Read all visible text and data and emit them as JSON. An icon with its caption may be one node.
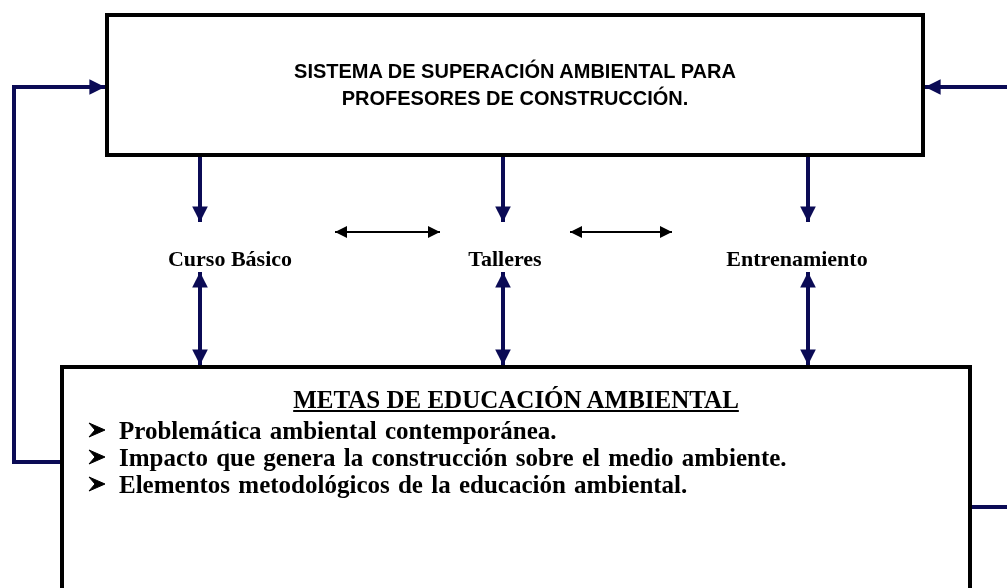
{
  "diagram": {
    "nodes": [
      {
        "text": [
          "SISTEMA DE SUPERACIÓN AMBIENTAL PARA PROFESORES DE CONSTRUCCIÓN."
        ]
      },
      {
        "text": [
          "Curso Básico"
        ]
      },
      {
        "text": [
          "Talleres"
        ]
      },
      {
        "text": [
          "Entrenamiento"
        ]
      },
      {
        "text": [
          "METAS DE EDUCACIÓN AMBIENTAL",
          "Problemática ambiental contemporánea.",
          "Impacto que genera la construcción sobre el medio ambiente.",
          "Elementos metodológicos de la educación ambiental."
        ]
      }
    ],
    "edges": [
      {
        "from": 0,
        "to": 1,
        "arrow": "to"
      },
      {
        "from": 0,
        "to": 2,
        "arrow": "to"
      },
      {
        "from": 0,
        "to": 3,
        "arrow": "to"
      },
      {
        "from": 1,
        "to": 2,
        "arrow": "both",
        "color": "#000000"
      },
      {
        "from": 2,
        "to": 3,
        "arrow": "both",
        "color": "#000000"
      },
      {
        "from": 1,
        "to": 4,
        "arrow": "both"
      },
      {
        "from": 2,
        "to": 4,
        "arrow": "both"
      },
      {
        "from": 3,
        "to": 4,
        "arrow": "both"
      },
      {
        "from": 4,
        "to": 0,
        "arrow": "to"
      },
      {
        "from": null,
        "to": 0,
        "arrow": "to"
      },
      {
        "from": 4,
        "to": null,
        "arrow": "none"
      }
    ]
  }
}
